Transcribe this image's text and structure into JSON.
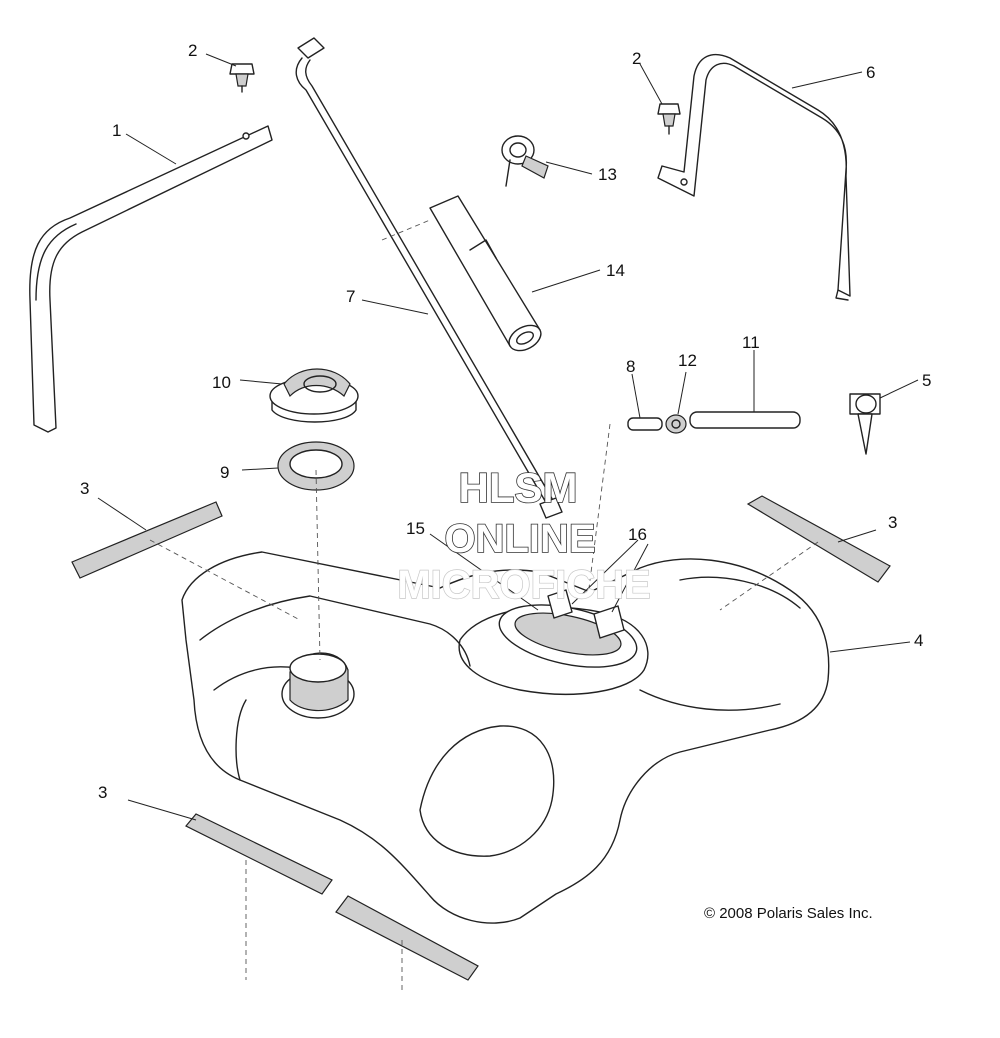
{
  "callouts": {
    "c1": "1",
    "c2a": "2",
    "c2b": "2",
    "c3a": "3",
    "c3b": "3",
    "c3c": "3",
    "c4": "4",
    "c5": "5",
    "c6": "6",
    "c7": "7",
    "c8": "8",
    "c9": "9",
    "c10": "10",
    "c11": "11",
    "c12": "12",
    "c13": "13",
    "c14": "14",
    "c15": "15",
    "c16": "16"
  },
  "watermark": {
    "line1": "HLSM",
    "line2": "ONLINE",
    "line3": "MICROFICHE"
  },
  "copyright": "© 2008 Polaris Sales Inc."
}
